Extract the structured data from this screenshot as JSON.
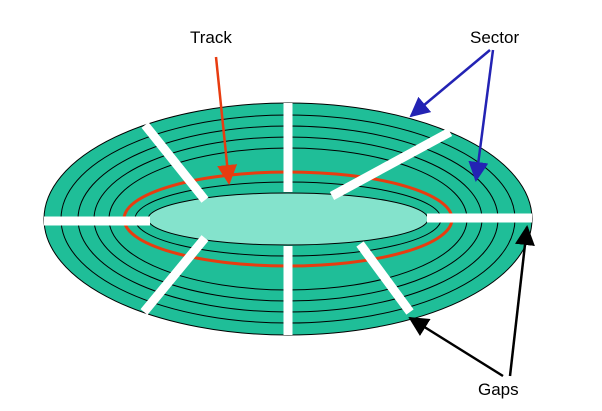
{
  "labels": {
    "track": "Track",
    "sector": "Sector",
    "gaps": "Gaps"
  },
  "disk": {
    "track_count": 8,
    "gap_count": 8
  },
  "colors": {
    "platter_fill": "#1fbe98",
    "hub_fill": "#84e3cc",
    "track_line": "#000000",
    "highlighted_track": "#e83c10",
    "gap": "#ffffff",
    "track_arrow": "#e83c10",
    "sector_arrow": "#2323b4",
    "gaps_arrow": "#000000"
  }
}
